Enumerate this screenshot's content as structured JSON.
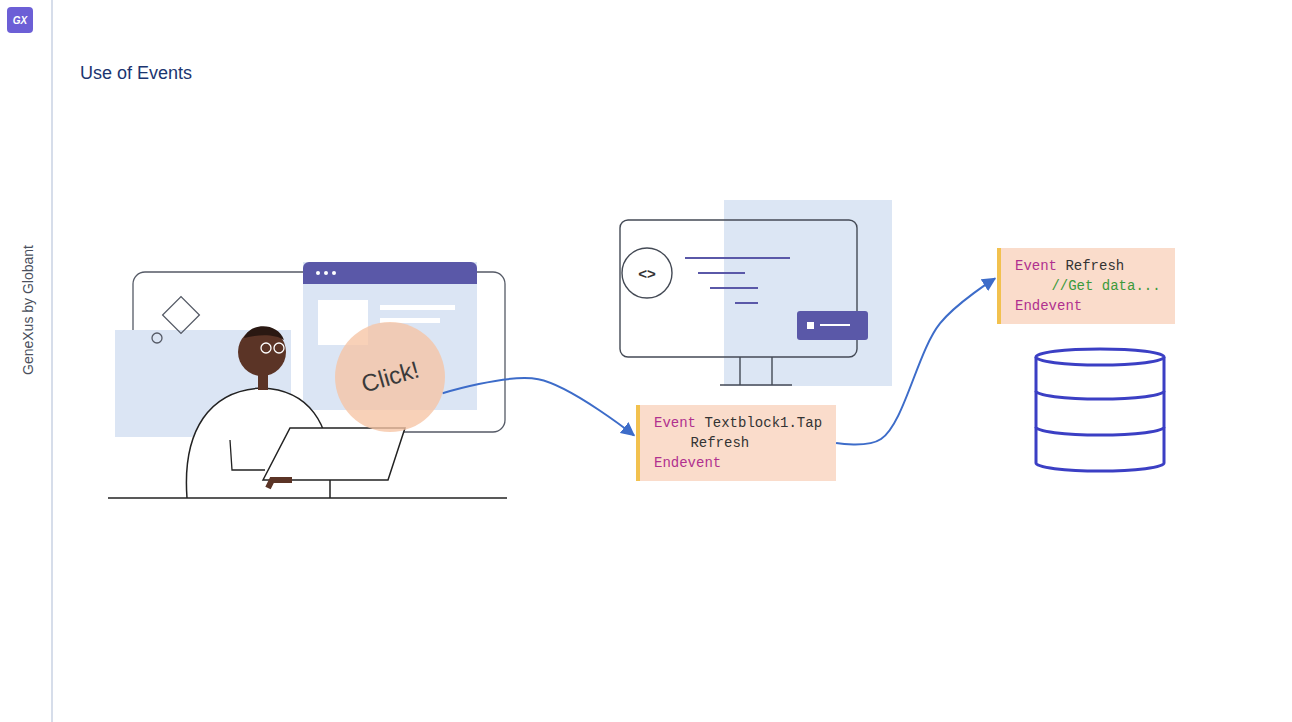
{
  "diagram": {
    "title": "Use of Events",
    "nodes": [
      {
        "text": [
          "Click!"
        ]
      },
      {
        "text": [
          "Event Textblock1.Tap",
          "Refresh",
          "Endevent"
        ]
      },
      {
        "text": [
          "Event Refresh",
          "//Get data...",
          "Endevent"
        ]
      }
    ],
    "edges": [
      {
        "from": 0,
        "to": 1,
        "arrow": "to"
      },
      {
        "from": 1,
        "to": 2,
        "arrow": "to"
      }
    ],
    "labels": [
      "GX",
      "GeneXus by Globant",
      "<>"
    ]
  }
}
